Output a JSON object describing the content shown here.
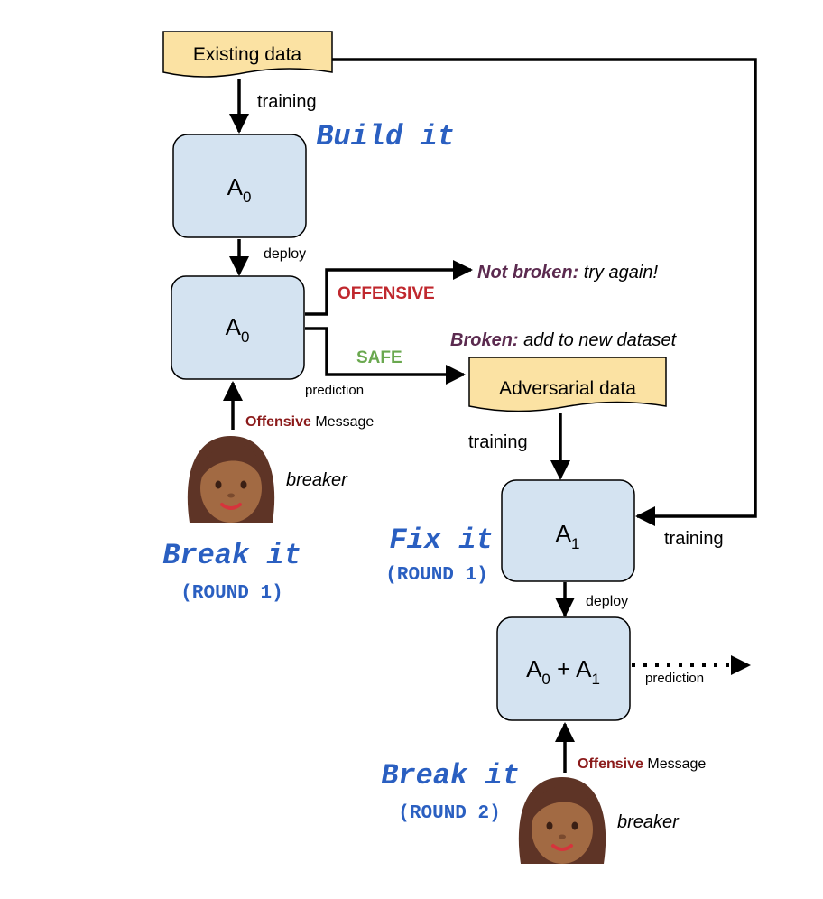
{
  "datasets": {
    "existing": "Existing data",
    "adversarial": "Adversarial data"
  },
  "models": {
    "build_model": {
      "name": "A",
      "sub": "0"
    },
    "deployed_model": {
      "name": "A",
      "sub": "0"
    },
    "fixed_model": {
      "name": "A",
      "sub": "1"
    },
    "combined_model": {
      "name_a": "A",
      "sub_a": "0",
      "plus": " + ",
      "name_b": "A",
      "sub_b": "1"
    }
  },
  "phases": {
    "build_it": "Build it",
    "break_it_1": "Break it",
    "round_1": "(ROUND 1)",
    "fix_it": "Fix it",
    "round_1_fix": "(ROUND 1)",
    "break_it_2": "Break it",
    "round_2": "(ROUND 2)"
  },
  "edges": {
    "training_top": "training",
    "deploy_1": "deploy",
    "prediction_1": "prediction",
    "offensive_label": "OFFENSIVE",
    "safe_label": "SAFE",
    "training_adv": "training",
    "training_right": "training",
    "deploy_2": "deploy",
    "prediction_2": "prediction"
  },
  "outcomes": {
    "not_broken_bold": "Not broken:",
    "not_broken_rest": " try again!",
    "broken_bold": "Broken:",
    "broken_rest": " add to new dataset"
  },
  "messages": {
    "msg1_bold": "Offensive",
    "msg1_rest": " Message",
    "msg2_bold": "Offensive",
    "msg2_rest": " Message"
  },
  "breakers": {
    "label_1": "breaker",
    "label_2": "breaker",
    "icon": "woman-face-icon"
  },
  "colors": {
    "box_fill": "#d4e3f1",
    "dataset_fill": "#fbe2a3",
    "phase_blue": "#2a5fc1",
    "offensive_red": "#c0282e",
    "safe_green": "#6aa84f",
    "outcome_purple": "#5b2a4f",
    "message_red": "#8b1a1a"
  }
}
